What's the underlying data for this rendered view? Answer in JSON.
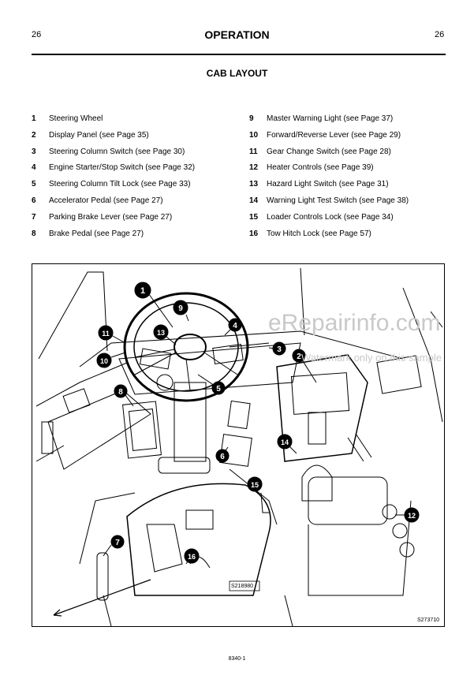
{
  "header": {
    "page_number_left": "26",
    "title": "OPERATION",
    "page_number_right": "26"
  },
  "section_title": "CAB LAYOUT",
  "legend_left": [
    {
      "num": "1",
      "label": "Steering Wheel"
    },
    {
      "num": "2",
      "label": "Display Panel (see Page 35)"
    },
    {
      "num": "3",
      "label": "Steering Column Switch (see Page 30)"
    },
    {
      "num": "4",
      "label": "Engine Starter/Stop Switch (see Page 32)"
    },
    {
      "num": "5",
      "label": "Steering Column Tilt Lock (see Page 33)"
    },
    {
      "num": "6",
      "label": "Accelerator Pedal (see Page 27)"
    },
    {
      "num": "7",
      "label": "Parking Brake Lever (see Page 27)"
    },
    {
      "num": "8",
      "label": "Brake Pedal (see Page 27)"
    }
  ],
  "legend_right": [
    {
      "num": "9",
      "label": "Master Warning Light (see Page 37)"
    },
    {
      "num": "10",
      "label": "Forward/Reverse Lever (see Page 29)"
    },
    {
      "num": "11",
      "label": "Gear Change Switch (see Page 28)"
    },
    {
      "num": "12",
      "label": "Heater Controls (see Page 39)"
    },
    {
      "num": "13",
      "label": "Hazard Light Switch (see Page 31)"
    },
    {
      "num": "14",
      "label": "Warning Light Test Switch (see Page 38)"
    },
    {
      "num": "15",
      "label": "Loader Controls Lock (see Page 34)"
    },
    {
      "num": "16",
      "label": "Tow Hitch Lock (see Page 57)"
    }
  ],
  "figure": {
    "callouts": [
      "1",
      "2",
      "3",
      "4",
      "5",
      "6",
      "7",
      "8",
      "9",
      "10",
      "11",
      "13",
      "12",
      "14",
      "15",
      "16"
    ],
    "inset_code": "S218980",
    "figure_code": "S273710"
  },
  "watermark": {
    "main": "eRepairinfo.com",
    "sub": "Watermark only on this sample"
  },
  "footer_code": "8340-1"
}
